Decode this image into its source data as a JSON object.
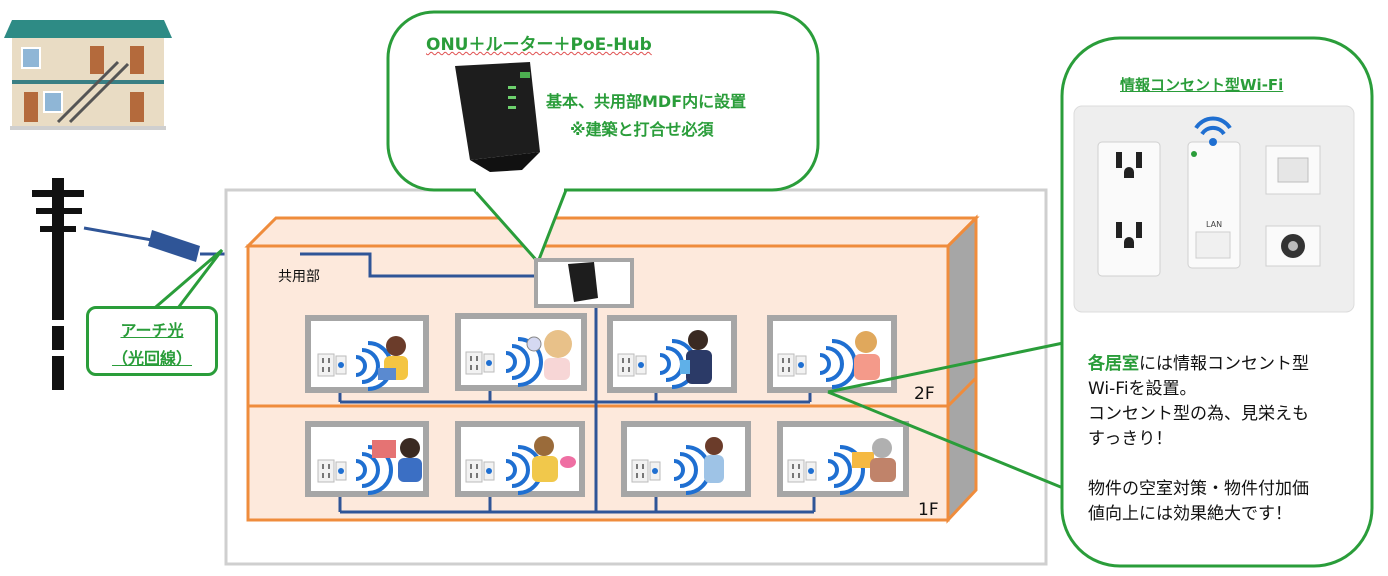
{
  "top_callout": {
    "title": "ONU＋ルーター＋PoE-Hub",
    "line1": "基本、共用部MDF内に設置",
    "line2": "※建築と打合せ必須"
  },
  "fiber_label": {
    "line1": "アーチ光",
    "line2": "（光回線）"
  },
  "building": {
    "common_area": "共用部",
    "floor_2": "2F",
    "floor_1": "1F"
  },
  "right_callout": {
    "title": "情報コンセント型Wi-Fi",
    "outlet_lan_label": "LAN",
    "para1_highlight": "各居室",
    "para1_rest_line1": "には情報コンセント型",
    "para1_line2": "Wi-Fiを設置。",
    "para1_line3": "コンセント型の為、見栄えも",
    "para1_line4": "すっきり！",
    "para2_line1": "物件の空室対策・物件付加価",
    "para2_line2": "値向上には効果絶大です！"
  },
  "colors": {
    "green": "#2a9d3a",
    "orange": "#ef8c3c",
    "floor_fill": "#fde9dc",
    "network_blue": "#2f5597",
    "wifi_blue": "#1f6fd1"
  }
}
